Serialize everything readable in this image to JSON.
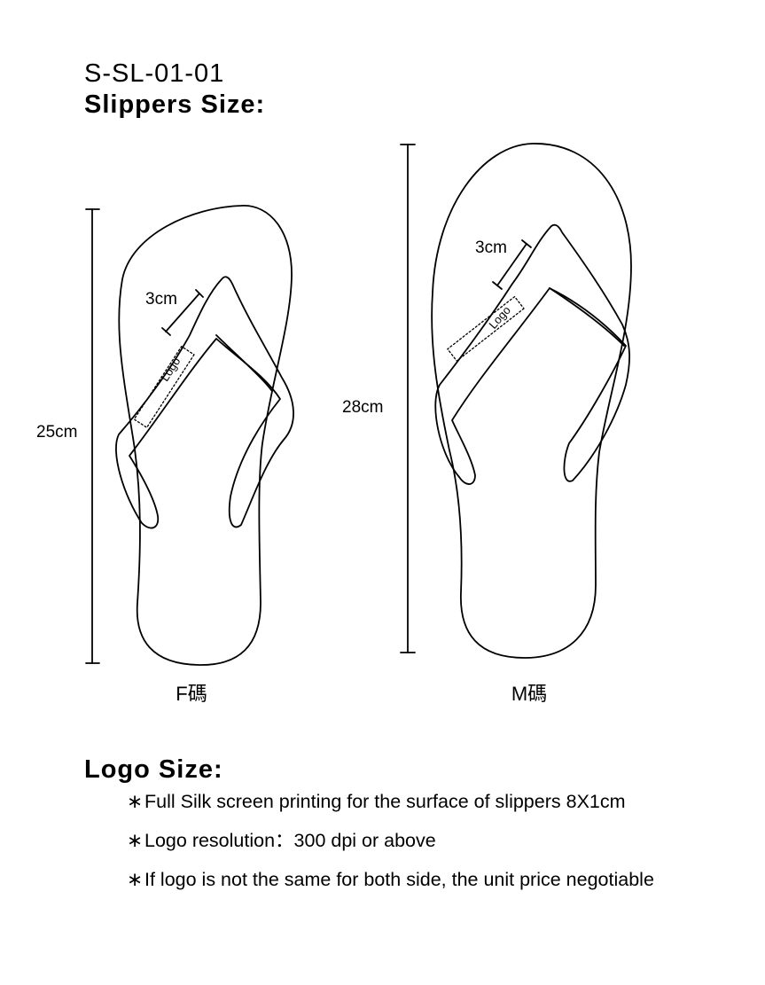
{
  "header": {
    "product_code": "S-SL-01-01",
    "title": "Slippers Size:"
  },
  "diagram": {
    "small": {
      "length_label": "25cm",
      "strap_label": "3cm",
      "logo_label": "Logo",
      "size_label": "F碼"
    },
    "large": {
      "length_label": "28cm",
      "strap_label": "3cm",
      "logo_label": "Logo",
      "size_label": "M碼"
    }
  },
  "logo_section": {
    "title": "Logo Size:",
    "bullet_symbol": "∗",
    "bullets": [
      "Full Silk screen printing for the surface of slippers 8X1cm",
      "Logo resolution：300 dpi or above",
      "If logo is not the same for both side, the unit price negotiable"
    ]
  },
  "colors": {
    "stroke": "#000000",
    "background": "#ffffff"
  }
}
